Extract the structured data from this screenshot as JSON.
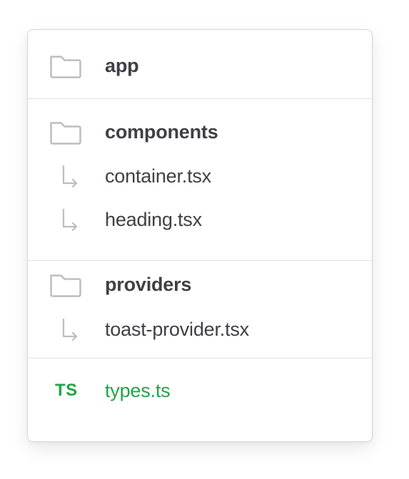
{
  "tree": {
    "groups": [
      {
        "folder": {
          "name": "app",
          "icon": "folder-icon"
        },
        "files": []
      },
      {
        "folder": {
          "name": "components",
          "icon": "folder-icon"
        },
        "files": [
          {
            "name": "container.tsx",
            "icon": "child-arrow-icon"
          },
          {
            "name": "heading.tsx",
            "icon": "child-arrow-icon"
          }
        ]
      },
      {
        "folder": {
          "name": "providers",
          "icon": "folder-icon"
        },
        "files": [
          {
            "name": "toast-provider.tsx",
            "icon": "child-arrow-icon"
          }
        ]
      }
    ],
    "standalone": {
      "badge": "TS",
      "name": "types.ts",
      "color": "#22a447"
    }
  },
  "colors": {
    "text": "#3f3f46",
    "icon": "#bdbdbd",
    "border": "#d6d6d6",
    "typescript": "#22a447"
  }
}
